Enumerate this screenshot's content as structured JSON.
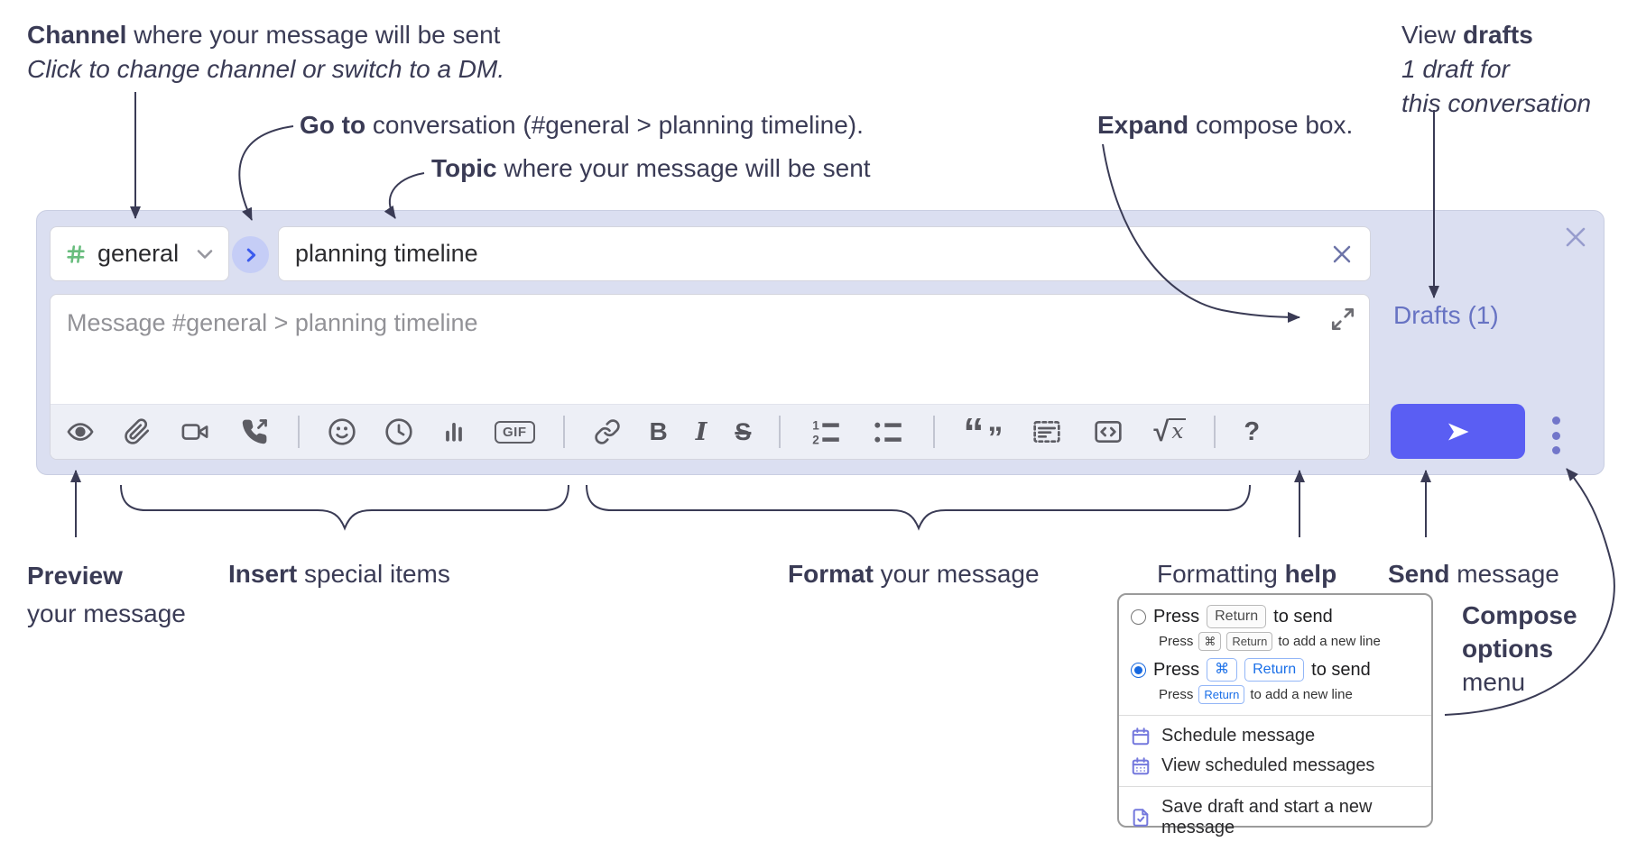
{
  "annotations": {
    "channel": {
      "b": "Channel",
      "rest": " where your message will be sent",
      "line2": "Click to change channel or switch to a DM."
    },
    "goto": {
      "b": "Go to",
      "rest": " conversation (#general > planning timeline)."
    },
    "topic": {
      "b": "Topic",
      "rest": " where your message will be sent"
    },
    "expand": {
      "b": "Expand",
      "rest": " compose box."
    },
    "drafts": {
      "pre": "View ",
      "b": "drafts",
      "line2": "1 draft for",
      "line3": "this conversation"
    },
    "preview": {
      "b": "Preview",
      "line2": "your message"
    },
    "insert": {
      "b": "Insert",
      "rest": " special items"
    },
    "format": {
      "b": "Format",
      "rest": " your message"
    },
    "help": {
      "pre": "Formatting ",
      "b": "help"
    },
    "send": {
      "b": "Send",
      "rest": " message"
    },
    "compose_options": {
      "b1": "Compose",
      "b2": "options",
      "line3": "menu"
    }
  },
  "compose": {
    "channel_name": "general",
    "topic_value": "planning timeline",
    "message_placeholder": "Message #general > planning timeline",
    "drafts_label": "Drafts (1)",
    "toolbar_icons": [
      "preview-eye",
      "attach-file",
      "video-call",
      "audio-call",
      "emoji",
      "time",
      "poll",
      "gif",
      "link",
      "bold",
      "italic",
      "strikethrough",
      "numbered-list",
      "bulleted-list",
      "quote",
      "spoiler",
      "code",
      "math",
      "help"
    ],
    "glyphs": {
      "gif": "GIF",
      "bold": "B",
      "italic": "I",
      "strike": "S",
      "quote_open": "“",
      "quote_close": "”",
      "math_root": "√",
      "math_x": "x",
      "help": "?",
      "num1": "1",
      "num2": "2"
    }
  },
  "compose_options_menu": {
    "option_return": {
      "press": "Press",
      "kbd_return": "Return",
      "suffix": "to send",
      "sub": {
        "press": "Press",
        "kbd_cmd": "⌘",
        "kbd_return": "Return",
        "suffix": "to add a new line"
      }
    },
    "option_cmd_return": {
      "press": "Press",
      "kbd_cmd": "⌘",
      "kbd_return": "Return",
      "suffix": "to send",
      "sub": {
        "press": "Press",
        "kbd_return": "Return",
        "suffix": "to add a new line"
      }
    },
    "items": [
      {
        "icon": "calendar-icon",
        "label": "Schedule message"
      },
      {
        "icon": "calendar-days-icon",
        "label": "View scheduled messages"
      },
      {
        "icon": "save-draft-icon",
        "label": "Save draft and start a new message"
      }
    ]
  },
  "colors": {
    "annotation": "#3a3b55",
    "compose_bg": "#dbdff1",
    "send_button": "#5a5ef3",
    "drafts_link": "#6773c3",
    "hash_green": "#69bd7e",
    "goto_circle": "#c5cdf6",
    "goto_chevron": "#3b5bee",
    "radio_selected": "#1668e0",
    "kbd_blue": "#1a6fe8",
    "menu_icon": "#7478dd"
  }
}
